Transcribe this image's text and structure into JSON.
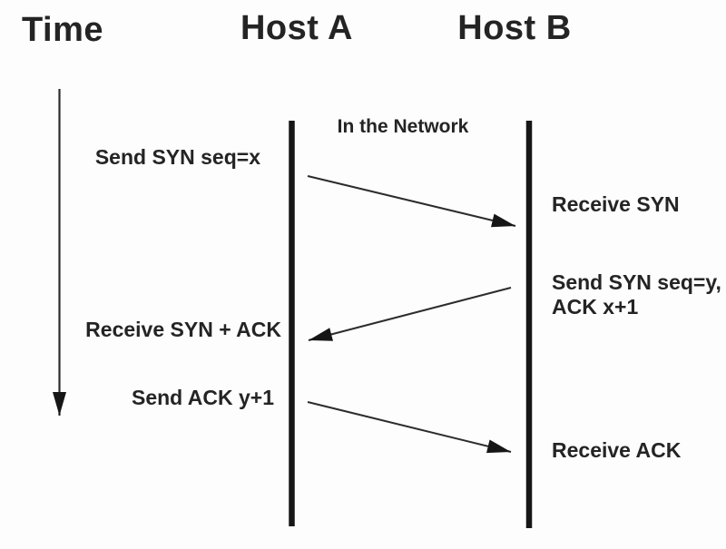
{
  "diagram": {
    "type": "sequence-diagram",
    "topic": "TCP three-way handshake between two hosts over time",
    "labels": {
      "time": "Time",
      "host_a": "Host A",
      "host_b": "Host B",
      "network": "In the Network"
    },
    "events": {
      "send_syn": "Send SYN seq=x",
      "receive_syn": "Receive SYN",
      "send_syn_ack_line1": "Send SYN seq=y,",
      "send_syn_ack_line2": "ACK x+1",
      "receive_syn_ack": "Receive SYN + ACK",
      "send_ack": "Send ACK y+1",
      "receive_ack": "Receive ACK"
    },
    "messages": [
      {
        "from": "Host A",
        "to": "Host B",
        "label": "SYN seq=x"
      },
      {
        "from": "Host B",
        "to": "Host A",
        "label": "SYN seq=y, ACK x+1"
      },
      {
        "from": "Host A",
        "to": "Host B",
        "label": "ACK y+1"
      }
    ],
    "colors": {
      "background": "#fdfdfd",
      "text": "#242424",
      "lifeline": "#161616",
      "arrow": "#2c2c2c"
    }
  }
}
